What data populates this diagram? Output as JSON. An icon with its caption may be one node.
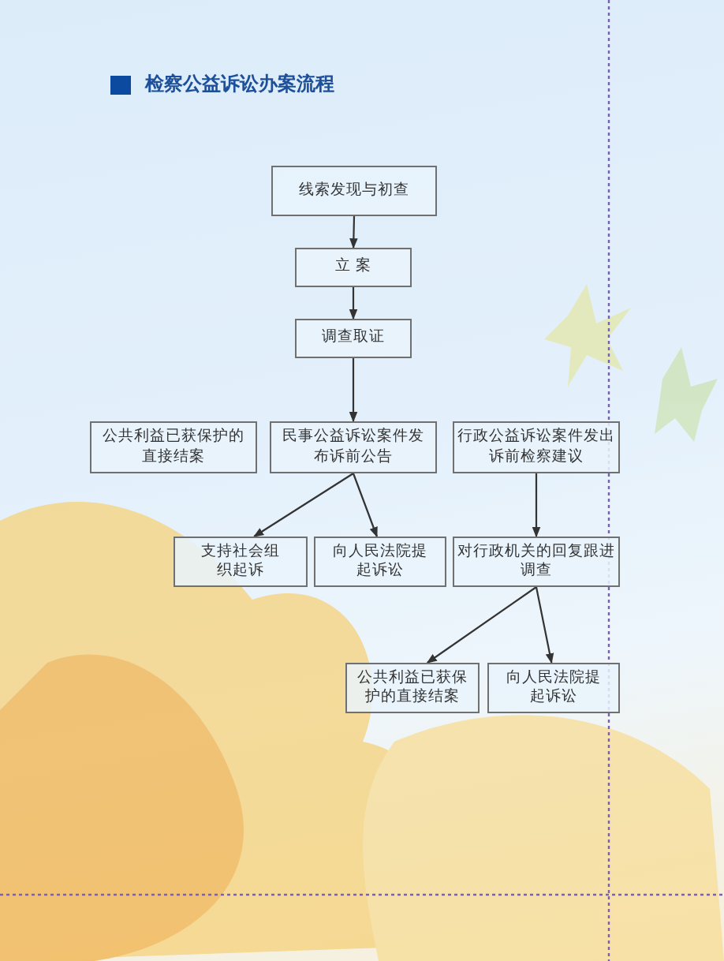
{
  "diagram": {
    "title": "检察公益诉讼办案流程",
    "nodes": [
      {
        "text": [
          "线索发现与初查"
        ]
      },
      {
        "text": [
          "立 案"
        ]
      },
      {
        "text": [
          "调查取证"
        ]
      },
      {
        "text": [
          "公共利益已获保护的直接结案"
        ]
      },
      {
        "text": [
          "民事公益诉讼案件发布诉前公告"
        ]
      },
      {
        "text": [
          "行政公益诉讼案件发出诉前检察建议"
        ]
      },
      {
        "text": [
          "支持社会组织起诉"
        ]
      },
      {
        "text": [
          "向人民法院提起诉讼"
        ]
      },
      {
        "text": [
          "对行政机关的回复跟进调查"
        ]
      },
      {
        "text": [
          "公共利益已获保护的直接结案"
        ]
      },
      {
        "text": [
          "向人民法院提起诉讼"
        ]
      }
    ],
    "edges": [
      {
        "from": 0,
        "to": 1,
        "arrow": "to"
      },
      {
        "from": 1,
        "to": 2,
        "arrow": "to"
      },
      {
        "from": 2,
        "to": 4,
        "arrow": "to"
      },
      {
        "from": 4,
        "to": 6,
        "arrow": "to"
      },
      {
        "from": 4,
        "to": 7,
        "arrow": "to"
      },
      {
        "from": 5,
        "to": 8,
        "arrow": "to"
      },
      {
        "from": 8,
        "to": 9,
        "arrow": "to"
      },
      {
        "from": 8,
        "to": 10,
        "arrow": "to"
      }
    ]
  }
}
